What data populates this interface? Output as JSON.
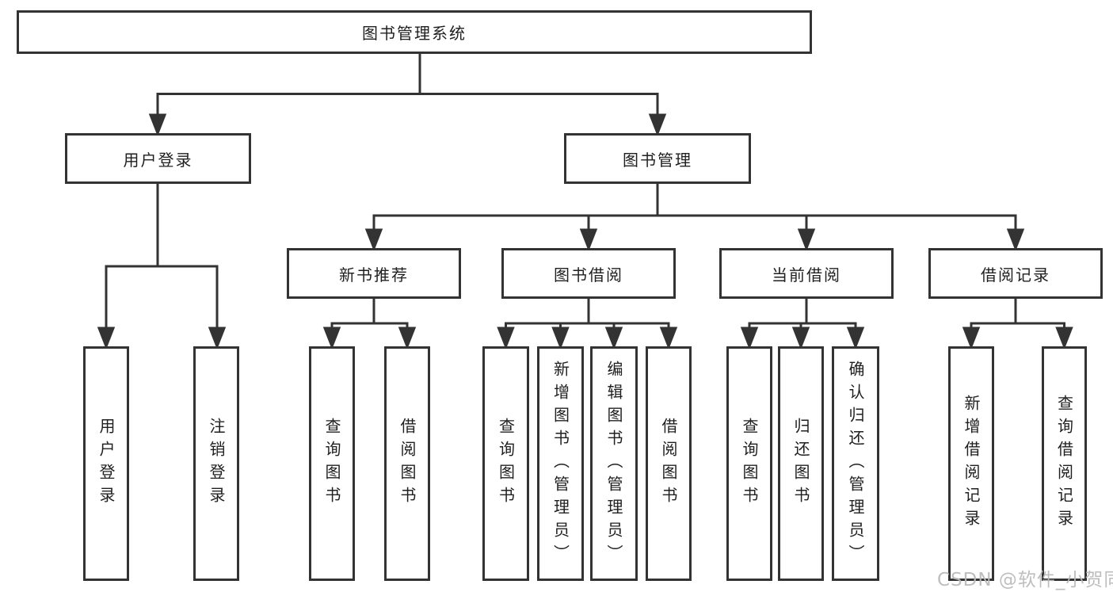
{
  "tree": {
    "root": {
      "label": "图书管理系统"
    },
    "branches": [
      {
        "label": "用户登录",
        "children": [
          {
            "label": "用户登录"
          },
          {
            "label": "注销登录"
          }
        ]
      },
      {
        "label": "图书管理",
        "children": [
          {
            "label": "新书推荐",
            "children": [
              {
                "label": "查询图书"
              },
              {
                "label": "借阅图书"
              }
            ]
          },
          {
            "label": "图书借阅",
            "children": [
              {
                "label": "查询图书"
              },
              {
                "label": "新增图书（管理员）"
              },
              {
                "label": "编辑图书（管理员）"
              },
              {
                "label": "借阅图书"
              }
            ]
          },
          {
            "label": "当前借阅",
            "children": [
              {
                "label": "查询图书"
              },
              {
                "label": "归还图书"
              },
              {
                "label": "确认归还（管理员）"
              }
            ]
          },
          {
            "label": "借阅记录",
            "children": [
              {
                "label": "新增借阅记录"
              },
              {
                "label": "查询借阅记录"
              }
            ]
          }
        ]
      }
    ]
  },
  "watermark": "CSDN @软件_小贺同学",
  "colors": {
    "line": "#333333",
    "box_border": "#333333",
    "text": "#1f1f1f",
    "background": "#ffffff",
    "watermark": "#b9b9b9"
  }
}
